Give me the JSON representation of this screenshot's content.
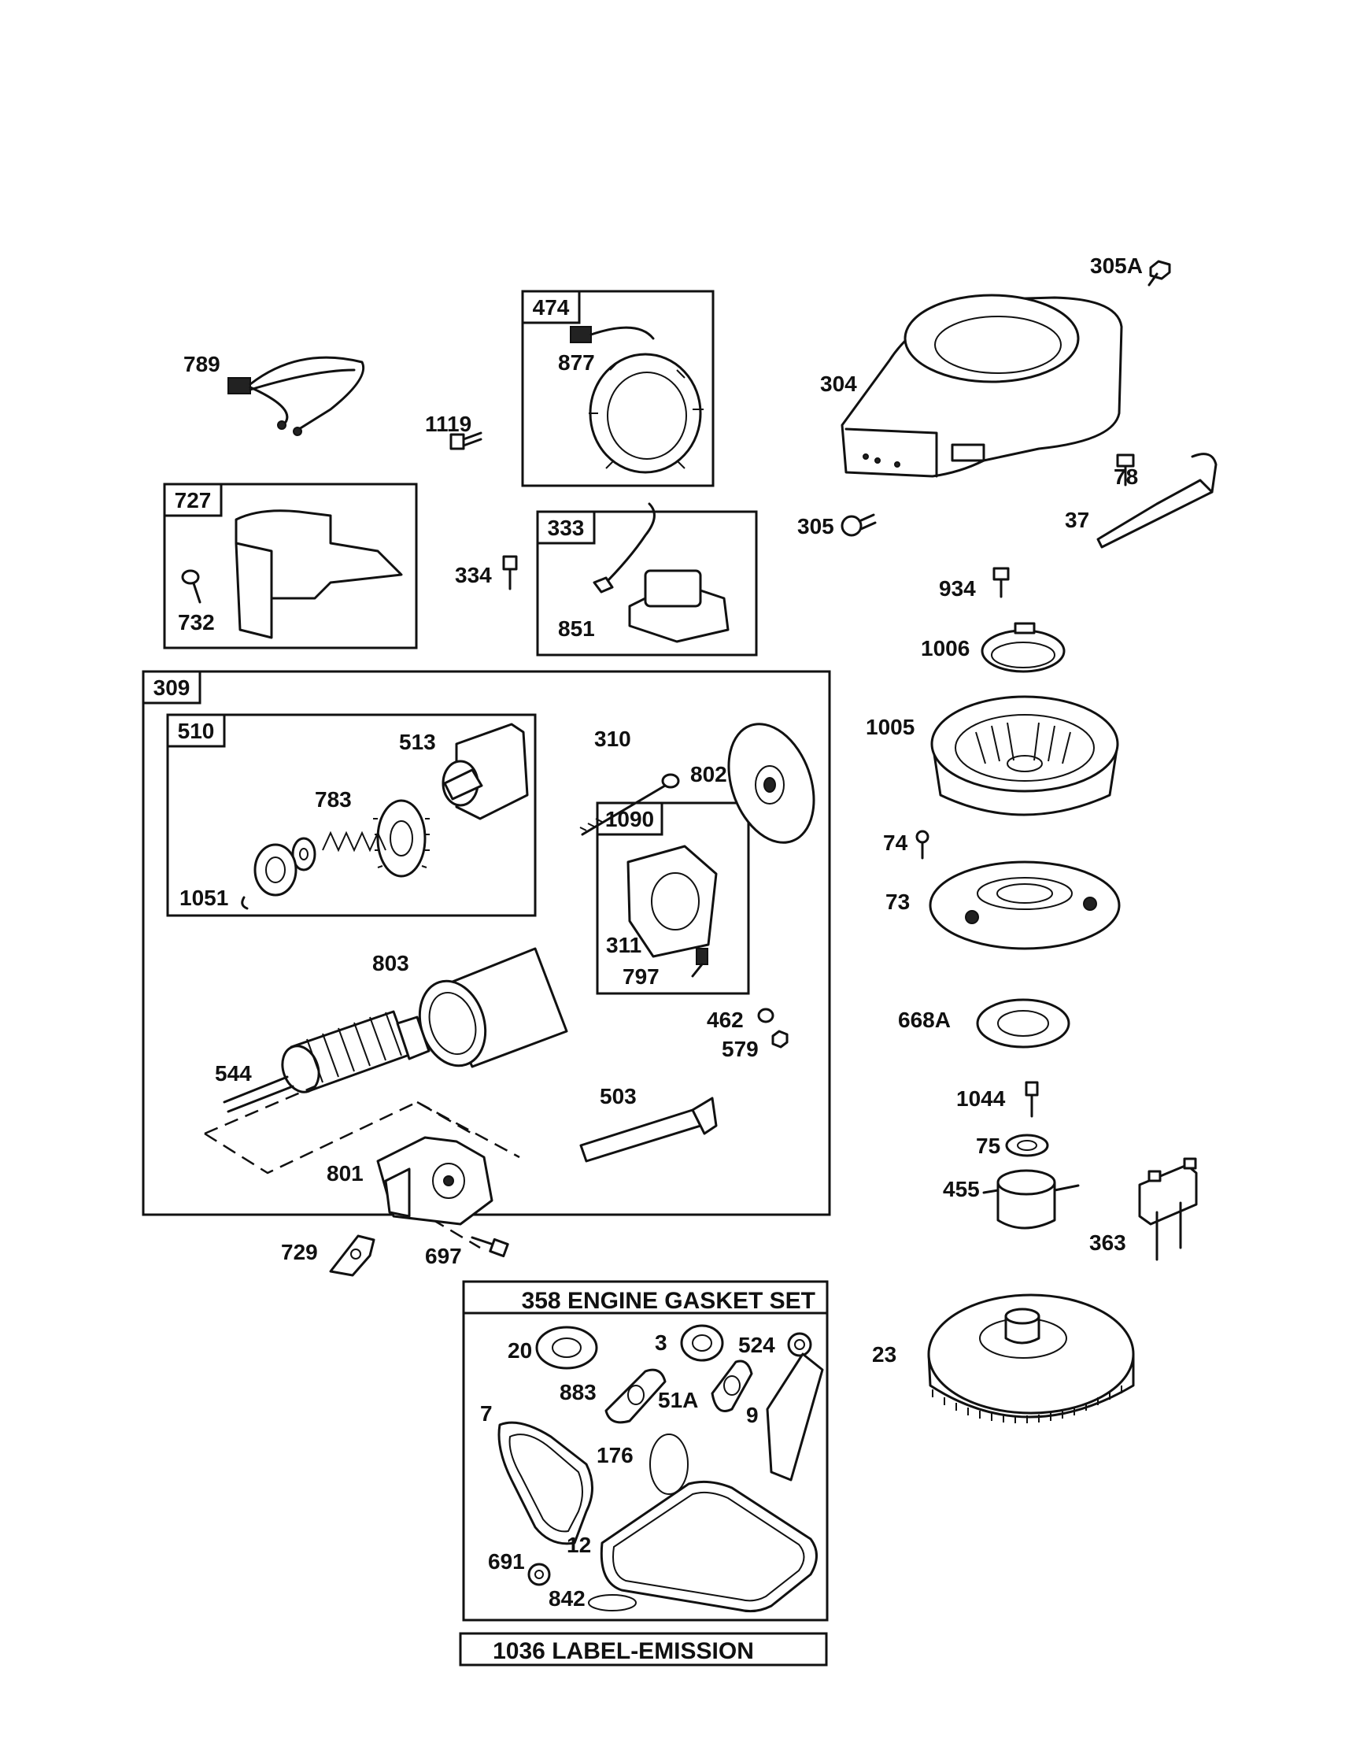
{
  "boxes": {
    "b474": "474",
    "b727": "727",
    "b333": "333",
    "b309": "309",
    "b510": "510",
    "b1090": "1090"
  },
  "gasket_set_title": "358 ENGINE GASKET SET",
  "label_emission": "1036 LABEL-EMISSION",
  "parts": {
    "p305A": "305A",
    "p304": "304",
    "p305": "305",
    "p78": "78",
    "p37": "37",
    "p934": "934",
    "p1006": "1006",
    "p1005": "1005",
    "p74": "74",
    "p73": "73",
    "p668A": "668A",
    "p1044": "1044",
    "p75": "75",
    "p455": "455",
    "p363": "363",
    "p23": "23",
    "p789": "789",
    "p1119": "1119",
    "p877": "877",
    "p732": "732",
    "p334": "334",
    "p851": "851",
    "p513": "513",
    "p783": "783",
    "p1051": "1051",
    "p310": "310",
    "p802": "802",
    "p311": "311",
    "p797": "797",
    "p803": "803",
    "p462": "462",
    "p579": "579",
    "p544": "544",
    "p503": "503",
    "p801": "801",
    "p729": "729",
    "p697": "697",
    "p20": "20",
    "p3": "3",
    "p524": "524",
    "p883": "883",
    "p51A": "51A",
    "p9": "9",
    "p7": "7",
    "p176": "176",
    "p12": "12",
    "p691": "691",
    "p842": "842"
  }
}
